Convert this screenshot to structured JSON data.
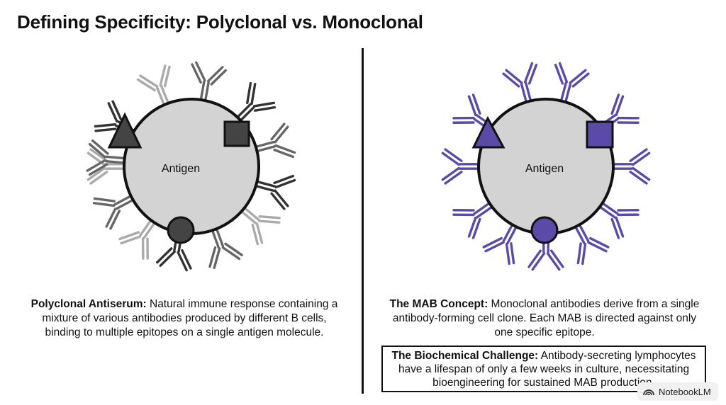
{
  "title": "Defining Specificity: Polyclonal vs. Monoclonal",
  "left": {
    "antigen_label": "Antigen",
    "caption_heading": "Polyclonal Antiserum:",
    "caption_body": " Natural immune response containing a mixture of various antibodies produced by different B cells, binding to multiple epitopes on a single antigen molecule."
  },
  "right": {
    "antigen_label": "Antigen",
    "caption_heading": "The MAB Concept:",
    "caption_body": " Monoclonal antibodies derive from a single antibody-forming cell clone. Each MAB is directed against only one specific epitope."
  },
  "challenge": {
    "heading": "The Biochemical Challenge:",
    "body": " Antibody-secreting lymphocytes have a lifespan of only a few weeks in culture, necessitating bioengineering for sustained MAB production."
  },
  "badge": {
    "label": "NotebookLM",
    "icon": "notebooklm-logo-icon"
  },
  "colors": {
    "antigen_fill": "#d3d3d3",
    "monoclonal": "#5b4aa8",
    "polyclonal_dark": "#333333",
    "polyclonal_mid": "#666666",
    "polyclonal_light": "#aaaaaa"
  }
}
